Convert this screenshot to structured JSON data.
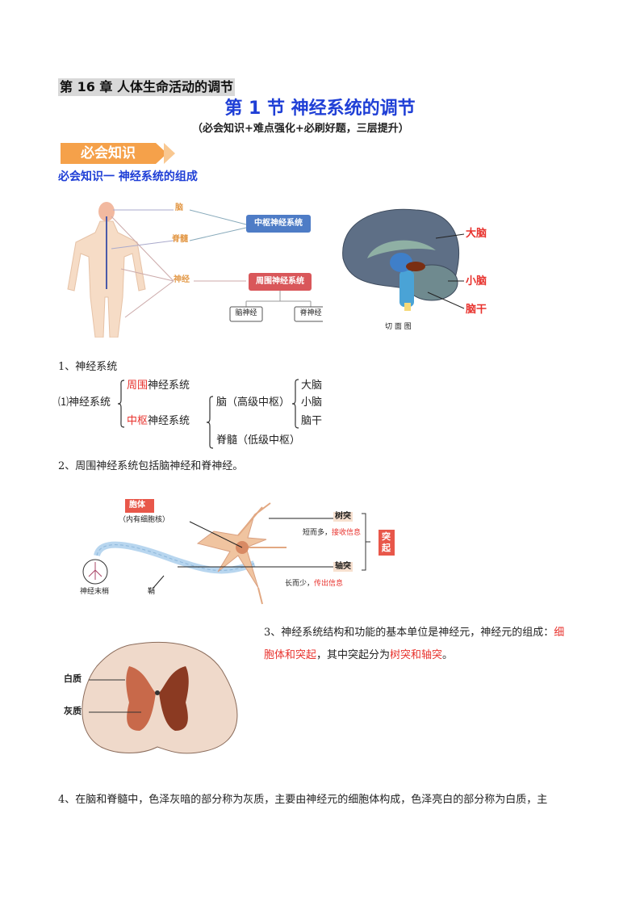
{
  "header": {
    "chapter": "第 16 章  人体生命活动的调节",
    "title": "第 1 节  神经系统的调节",
    "subtitle": "（必会知识+难点强化+必刷好题，三层提升）",
    "banner": "必会知识",
    "section_heading": "必会知识一  神经系统的组成"
  },
  "figure_nervous_system": {
    "labels": [
      "脑",
      "脊髓",
      "神经"
    ],
    "central_box": "中枢神经系统",
    "peripheral_box": "周围神经系统",
    "sub_boxes": [
      "脑神经",
      "脊神经"
    ]
  },
  "figure_brain": {
    "labels": [
      "大脑",
      "小脑",
      "脑干"
    ],
    "caption": "切 面 图"
  },
  "item1": {
    "heading": "1、神经系统",
    "root": "⑴神经系统",
    "peripheral_red": "周围",
    "peripheral_rest": "神经系统",
    "central_red": "中枢",
    "central_rest": "神经系统",
    "brain": "脑（高级中枢）",
    "spinal": "脊髓（低级中枢）",
    "brain_parts": [
      "大脑",
      "小脑",
      "脑干"
    ]
  },
  "item2": "2、周围神经系统包括脑神经和脊神经。",
  "figure_neuron": {
    "cell_body": "胞体",
    "cell_body_note": "（内有细胞核）",
    "dendrite": "树突",
    "dendrite_note_black": "短而多，",
    "dendrite_note_red": "接收信息",
    "axon": "轴突",
    "axon_note_black": "长而少，",
    "axon_note_red": "传出信息",
    "process": "突起",
    "nerve_ending": "神经末梢",
    "sheath": "鞘"
  },
  "figure_spinal_cord": {
    "labels": [
      "白质",
      "灰质"
    ]
  },
  "item3": {
    "part1": "3、神经系统结构和功能的基本单位是神经元，神经元的组成：",
    "red1a": "细",
    "red1b": "胞体和突起",
    "part2": "，其中突起分为",
    "red2": "树突和轴突",
    "part3": "。"
  },
  "item4": "4、在脑和脊髓中，色泽灰暗的部分称为灰质，主要由神经元的细胞体构成，色泽亮白的部分称为白质，主"
}
